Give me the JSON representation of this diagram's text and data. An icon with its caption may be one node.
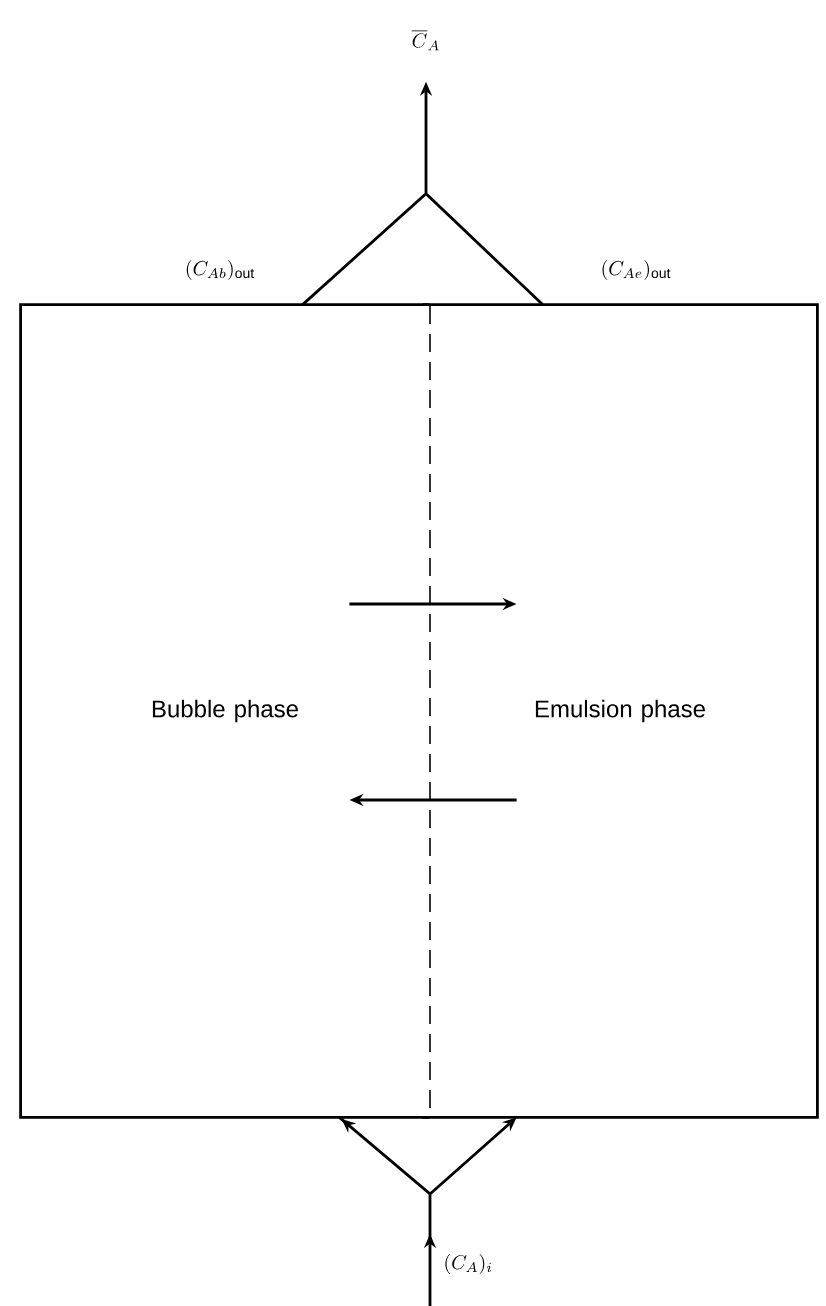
{
  "diagram": {
    "nodes": [
      {
        "text": [
          "Bubble phase"
        ]
      },
      {
        "text": [
          "Emulsion phase"
        ]
      },
      {
        "text": [
          "\\overline{C}_A"
        ]
      }
    ],
    "edges": [
      {
        "from": 0,
        "to": 1,
        "arrow": "to"
      },
      {
        "from": 1,
        "to": 0,
        "arrow": "to"
      },
      {
        "from": 0,
        "to": 2,
        "arrow": "to",
        "label": "(C_{Ab})_{\\mathrm{out}}"
      },
      {
        "from": 1,
        "to": 2,
        "arrow": "to",
        "label": "(C_{Ae})_{\\mathrm{out}}"
      },
      {
        "from": null,
        "to": 0,
        "arrow": "to"
      },
      {
        "from": null,
        "to": 1,
        "arrow": "to"
      }
    ],
    "labels": [
      "(C_A)_i"
    ]
  }
}
